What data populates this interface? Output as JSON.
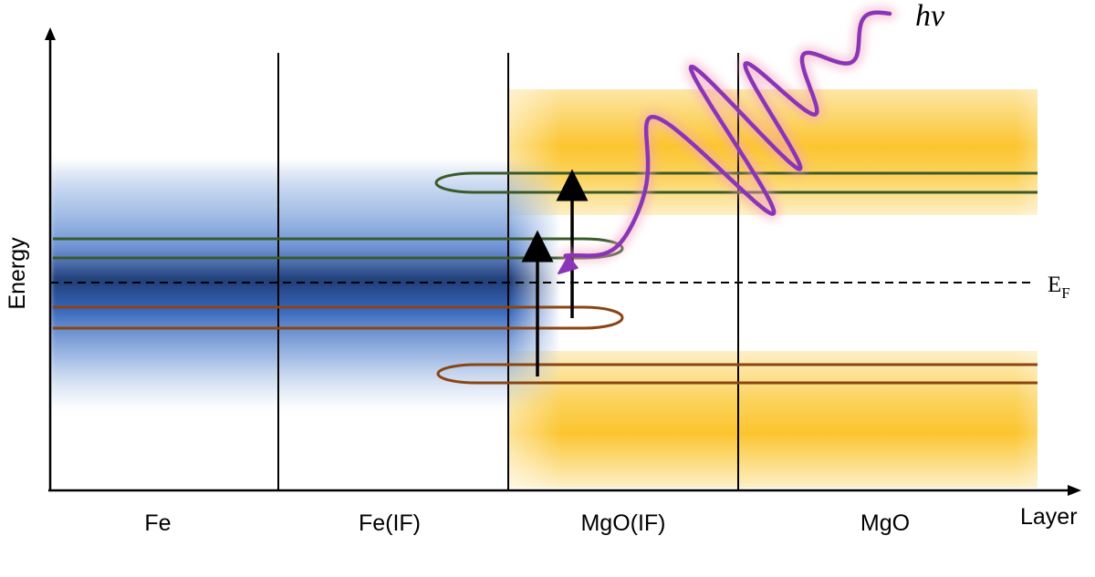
{
  "axes": {
    "y_label": "Energy",
    "x_label": "Layer"
  },
  "regions": [
    {
      "label": "Fe"
    },
    {
      "label": "Fe(IF)"
    },
    {
      "label": "MgO(IF)"
    },
    {
      "label": "MgO"
    }
  ],
  "fermi_level": {
    "symbol": "E",
    "subscript": "F"
  },
  "photon": {
    "label": "hν"
  },
  "colors": {
    "fe_band": "#3d6fc6",
    "mgo_band": "#fcc52f",
    "unoccupied_orbital": "#3a5a2a",
    "occupied_orbital": "#8b4513",
    "photon_wave": "#8a35b8",
    "photon_glow": "#f2a4bf"
  }
}
